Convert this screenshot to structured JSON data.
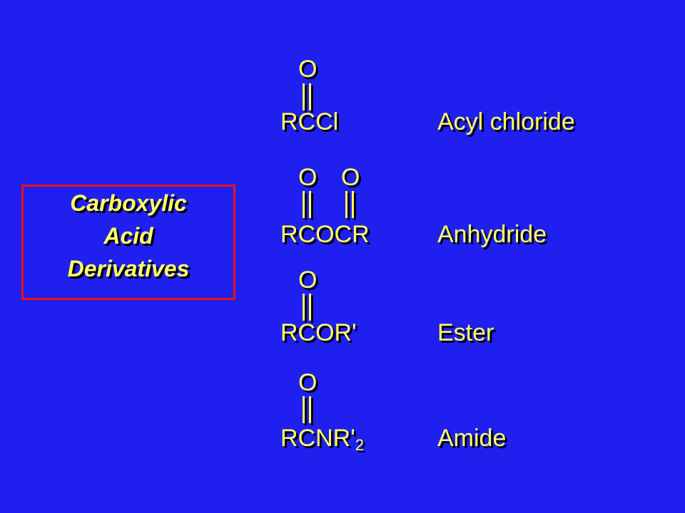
{
  "box": {
    "lines": [
      "Carboxylic",
      "Acid",
      "Derivatives"
    ],
    "border_color": "#ee1111"
  },
  "rows": [
    {
      "oxygens": [
        "O"
      ],
      "formula": "RCCl",
      "subscript": "",
      "name": "Acyl chloride"
    },
    {
      "oxygens": [
        "O",
        "O"
      ],
      "formula": "RCOCR",
      "subscript": "",
      "name": "Anhydride"
    },
    {
      "oxygens": [
        "O"
      ],
      "formula": "RCOR'",
      "subscript": "",
      "name": "Ester"
    },
    {
      "oxygens": [
        "O"
      ],
      "formula": "RCNR'",
      "subscript": "2",
      "name": "Amide"
    }
  ],
  "colors": {
    "background": "#1f1ff0",
    "text": "#ffff66",
    "shadow": "#000000"
  }
}
